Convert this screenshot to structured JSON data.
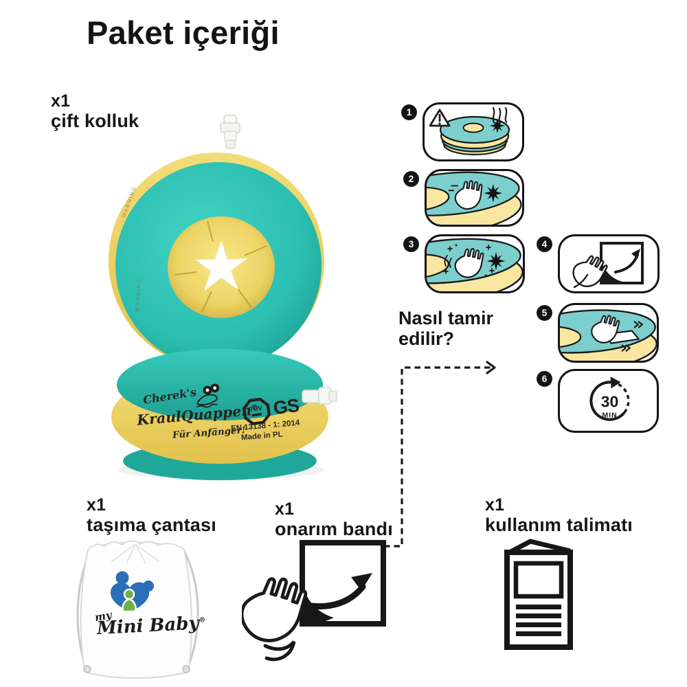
{
  "title": "Paket içeriği",
  "contents": {
    "armbands": {
      "qty": "x1",
      "label": "çift kolluk",
      "icon": "inflatable-armbands"
    },
    "bag": {
      "qty": "x1",
      "label": "taşıma çantası",
      "icon": "drawstring-bag"
    },
    "tape": {
      "qty": "x1",
      "label": "onarım bandı",
      "icon": "repair-patch"
    },
    "manual": {
      "qty": "x1",
      "label": "kullanım talimatı",
      "icon": "booklet"
    }
  },
  "repair_guide": {
    "heading_line1": "Nasıl tamir",
    "heading_line2": "edilir?",
    "steps": [
      {
        "num": "1",
        "icon": "punctured-ring-warning"
      },
      {
        "num": "2",
        "icon": "locate-leak-by-hand"
      },
      {
        "num": "3",
        "icon": "clean-leak-area"
      },
      {
        "num": "4",
        "icon": "peel-repair-patch"
      },
      {
        "num": "5",
        "icon": "apply-patch-on-ring"
      },
      {
        "num": "6",
        "icon": "wait-timer"
      }
    ],
    "timer": {
      "value": "30",
      "unit": "MIN"
    }
  },
  "product": {
    "brand": "Cherek's",
    "name": "KraulQuappen",
    "registered": "®",
    "tagline": "Für Anfänger!",
    "standard": "EN 13138 - 1: 2014",
    "origin": "Made in PL",
    "cert_tuv": "TÜV",
    "cert_gs": "GS",
    "warning": "WARNING"
  },
  "bag_logo": {
    "script_small": "my",
    "script_main": "Mini Baby",
    "registered": "®"
  },
  "colors": {
    "product_teal": "#2ec4b6",
    "product_teal_dark": "#1da092",
    "product_yellow": "#eed463",
    "illustration_teal": "#7ccfcd",
    "illustration_yellow": "#f9e6a1",
    "outline": "#1b1b1b",
    "logo_blue": "#2a6fb8",
    "logo_green": "#6fb043"
  }
}
